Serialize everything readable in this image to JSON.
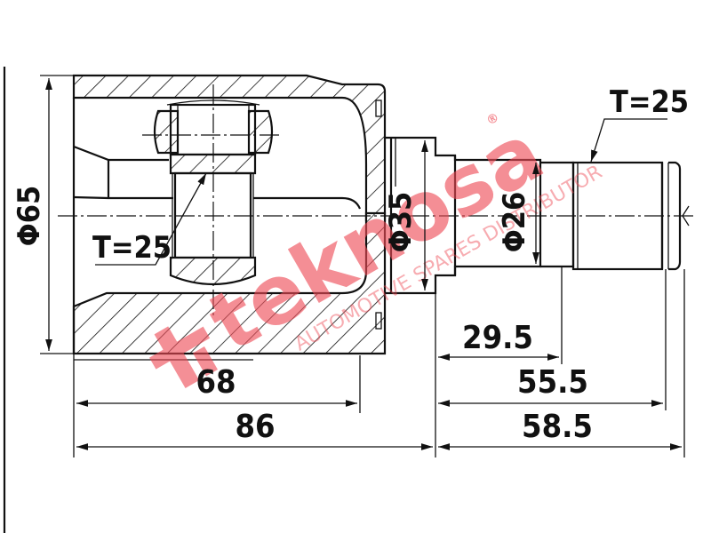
{
  "drawing": {
    "subject": "CV joint inner (tripod) cross-section",
    "labels": {
      "outer_diameter": "Φ65",
      "stub_diameter": "Φ35",
      "shaft_diameter": "Φ26",
      "inner_spline": "T=25",
      "outer_spline": "T=25"
    },
    "dimensions": {
      "housing_inner_length": "68",
      "housing_overall_length": "86",
      "shaft_spline_start": "29.5",
      "shaft_length_to_groove": "55.5",
      "shaft_overall_length": "58.5"
    }
  },
  "watermark": {
    "brand": "teknosa",
    "tagline": "AUTOMOTIVE SPARES DISTRIBUTOR",
    "registered_mark": "®",
    "color": "#ee4a55"
  },
  "colors": {
    "line": "#111111",
    "background": "#ffffff"
  }
}
